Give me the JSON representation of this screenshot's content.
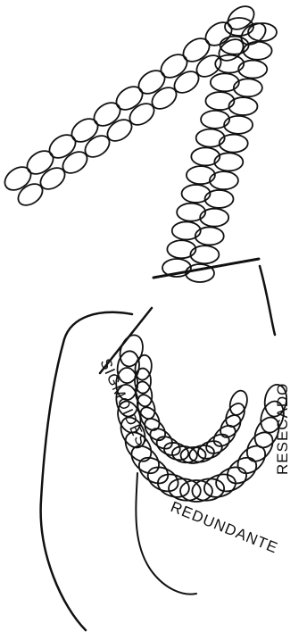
{
  "labels": {
    "sigmoides": "SIGMOIDES",
    "redundante": "REDUNDANTE",
    "resecado": "RESECADO"
  },
  "colors": {
    "ink": "#111111",
    "background": "#ffffff"
  }
}
